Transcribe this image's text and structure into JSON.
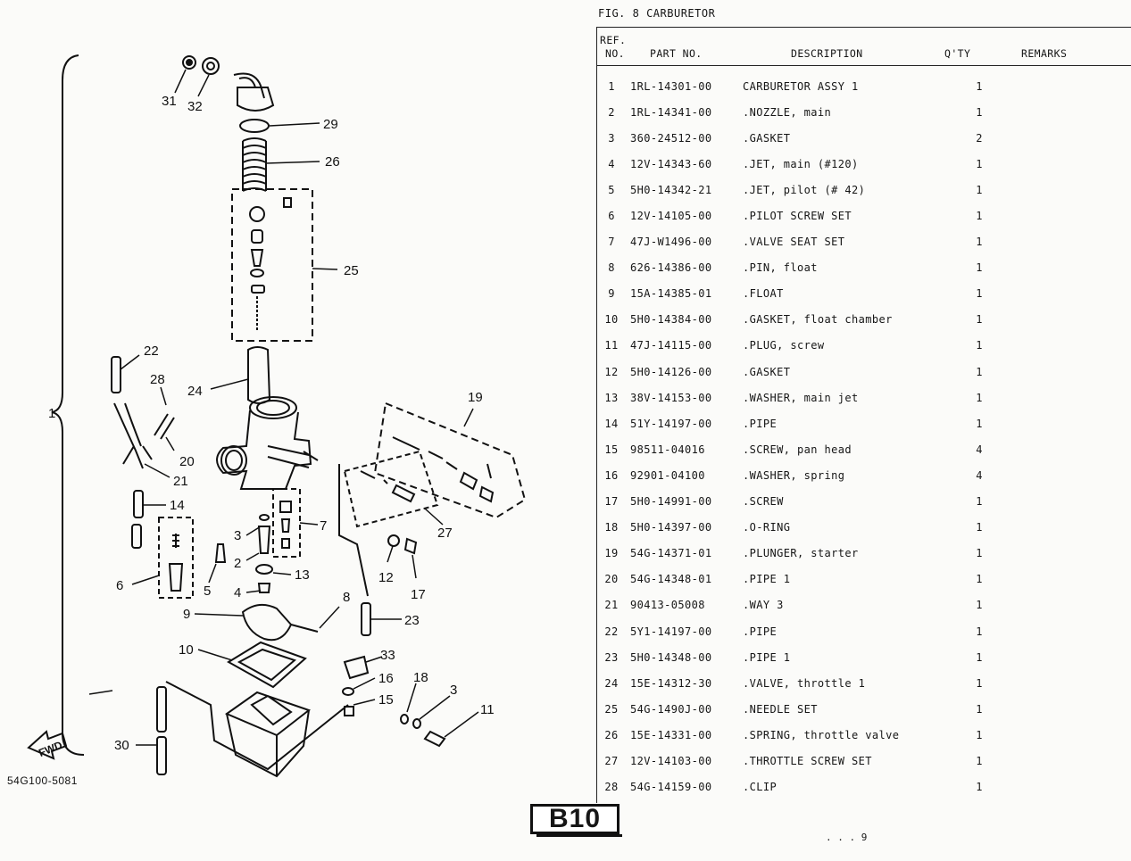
{
  "figure": {
    "title": "FIG.  8  CARBURETOR"
  },
  "diagram": {
    "code": "54G100-5081",
    "fwd": "FWD",
    "group_label": "1",
    "callouts": [
      "31",
      "32",
      "29",
      "26",
      "25",
      "22",
      "28",
      "24",
      "19",
      "20",
      "21",
      "14",
      "6",
      "5",
      "3",
      "2",
      "13",
      "4",
      "7",
      "27",
      "12",
      "17",
      "9",
      "8",
      "23",
      "10",
      "33",
      "16",
      "15",
      "18",
      "3",
      "11",
      "30"
    ]
  },
  "table": {
    "headers": {
      "ref_line1": "REF.",
      "ref_line2": "NO.",
      "part_no": "PART NO.",
      "description": "DESCRIPTION",
      "qty": "Q'TY",
      "remarks": "REMARKS"
    },
    "rows": [
      {
        "ref": "1",
        "part": "1RL-14301-00",
        "desc": "CARBURETOR ASSY 1",
        "qty": "1"
      },
      {
        "ref": "2",
        "part": "1RL-14341-00",
        "desc": ".NOZZLE, main",
        "qty": "1"
      },
      {
        "ref": "3",
        "part": "360-24512-00",
        "desc": ".GASKET",
        "qty": "2"
      },
      {
        "ref": "4",
        "part": "12V-14343-60",
        "desc": ".JET, main (#120)",
        "qty": "1"
      },
      {
        "ref": "5",
        "part": "5H0-14342-21",
        "desc": ".JET, pilot (# 42)",
        "qty": "1"
      },
      {
        "ref": "6",
        "part": "12V-14105-00",
        "desc": ".PILOT SCREW SET",
        "qty": "1"
      },
      {
        "ref": "7",
        "part": "47J-W1496-00",
        "desc": ".VALVE SEAT SET",
        "qty": "1"
      },
      {
        "ref": "8",
        "part": "626-14386-00",
        "desc": ".PIN, float",
        "qty": "1"
      },
      {
        "ref": "9",
        "part": "15A-14385-01",
        "desc": ".FLOAT",
        "qty": "1"
      },
      {
        "ref": "10",
        "part": "5H0-14384-00",
        "desc": ".GASKET, float chamber",
        "qty": "1"
      },
      {
        "ref": "11",
        "part": "47J-14115-00",
        "desc": ".PLUG, screw",
        "qty": "1"
      },
      {
        "ref": "12",
        "part": "5H0-14126-00",
        "desc": ".GASKET",
        "qty": "1"
      },
      {
        "ref": "13",
        "part": "38V-14153-00",
        "desc": ".WASHER, main jet",
        "qty": "1"
      },
      {
        "ref": "14",
        "part": "51Y-14197-00",
        "desc": ".PIPE",
        "qty": "1"
      },
      {
        "ref": "15",
        "part": "98511-04016",
        "desc": ".SCREW, pan head",
        "qty": "4"
      },
      {
        "ref": "16",
        "part": "92901-04100",
        "desc": ".WASHER, spring",
        "qty": "4"
      },
      {
        "ref": "17",
        "part": "5H0-14991-00",
        "desc": ".SCREW",
        "qty": "1"
      },
      {
        "ref": "18",
        "part": "5H0-14397-00",
        "desc": ".O-RING",
        "qty": "1"
      },
      {
        "ref": "19",
        "part": "54G-14371-01",
        "desc": ".PLUNGER, starter",
        "qty": "1"
      },
      {
        "ref": "20",
        "part": "54G-14348-01",
        "desc": ".PIPE 1",
        "qty": "1"
      },
      {
        "ref": "21",
        "part": "90413-05008",
        "desc": ".WAY 3",
        "qty": "1"
      },
      {
        "ref": "22",
        "part": "5Y1-14197-00",
        "desc": ".PIPE",
        "qty": "1"
      },
      {
        "ref": "23",
        "part": "5H0-14348-00",
        "desc": ".PIPE 1",
        "qty": "1"
      },
      {
        "ref": "24",
        "part": "15E-14312-30",
        "desc": ".VALVE, throttle 1",
        "qty": "1"
      },
      {
        "ref": "25",
        "part": "54G-1490J-00",
        "desc": ".NEEDLE SET",
        "qty": "1"
      },
      {
        "ref": "26",
        "part": "15E-14331-00",
        "desc": ".SPRING, throttle valve",
        "qty": "1"
      },
      {
        "ref": "27",
        "part": "12V-14103-00",
        "desc": ".THROTTLE SCREW SET",
        "qty": "1"
      },
      {
        "ref": "28",
        "part": "54G-14159-00",
        "desc": ".CLIP",
        "qty": "1"
      }
    ]
  },
  "footer": {
    "page_label": "B10",
    "page_number": ". . . 9"
  }
}
